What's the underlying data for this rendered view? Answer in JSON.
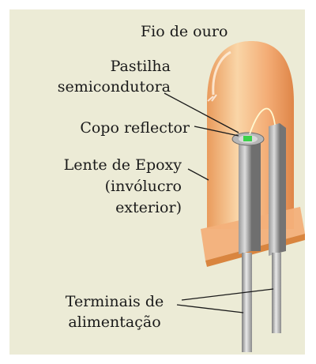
{
  "labels": {
    "gold_wire": "Fio de ouro",
    "chip_line1": "Pastilha",
    "chip_line2": "semicondutora",
    "reflector": "Copo reflector",
    "lens_line1": "Lente de Epoxy",
    "lens_line2": "(invólucro",
    "lens_line3": "exterior)",
    "leads_line1": "Terminais de",
    "leads_line2": "alimentação"
  },
  "colors": {
    "background": "#ecebd6",
    "epoxy_light": "#fbd3a2",
    "epoxy_mid": "#f4a56a",
    "epoxy_dark": "#e07f3e",
    "metal_light": "#e6e6e6",
    "metal_dark": "#8f8f8f",
    "chip_green": "#3bd24a",
    "text": "#1a1a1a"
  }
}
